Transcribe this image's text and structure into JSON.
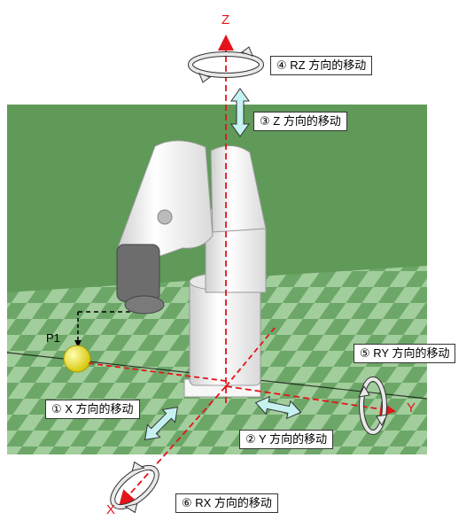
{
  "axes": {
    "x": "X",
    "y": "Y",
    "z": "Z"
  },
  "point_label": "P1",
  "callouts": {
    "x_move": "① X 方向的移动",
    "y_move": "② Y 方向的移动",
    "z_move": "③ Z 方向的移动",
    "rz_move": "④ RZ 方向的移动",
    "ry_move": "⑤ RY 方向的移动",
    "rx_move": "⑥ RX 方向的移动"
  },
  "colors": {
    "floor": "#5f9a58",
    "tile_light": "#a9d3a3",
    "tile_dark": "#6ea86a",
    "axis": "#e4141b",
    "arrow_fill": "#c6f1f1",
    "robot": "#f2f2f2",
    "ball": "#f4e600"
  },
  "icons": [
    "rotation-arrow-icon",
    "double-arrow-icon"
  ]
}
